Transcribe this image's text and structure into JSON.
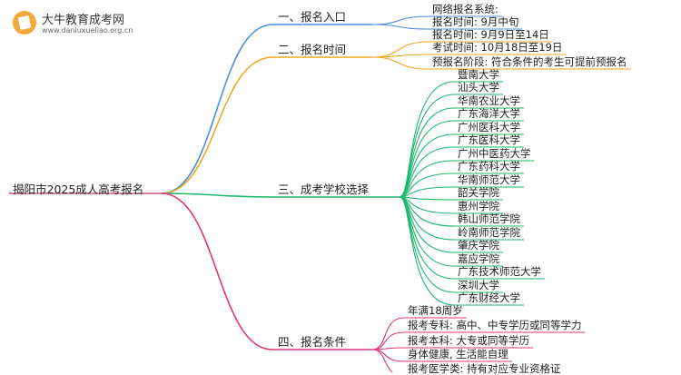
{
  "site": {
    "name": "大牛教育成考网",
    "url": "www.daniuxueliao.org.cn"
  },
  "root": "揭阳市2025成人高考报名",
  "branches": [
    {
      "label": "一、报名入口",
      "color": "#4a90e2",
      "items": [
        "网络报名系统:",
        "报名时间: 9月中旬"
      ]
    },
    {
      "label": "二、报名时间",
      "color": "#f0a822",
      "items": [
        "报名时间: 9月9日至14日",
        "考试时间: 10月18日至19日",
        "预报名阶段: 符合条件的考生可提前预报名"
      ]
    },
    {
      "label": "三、成考学校选择",
      "color": "#1db86e",
      "items": [
        "暨南大学",
        "汕头大学",
        "华南农业大学",
        "广东海洋大学",
        "广州医科大学",
        "广东医科大学",
        "广州中医药大学",
        "广东药科大学",
        "华南师范大学",
        "韶关学院",
        "惠州学院",
        "韩山师范学院",
        "岭南师范学院",
        "肇庆学院",
        "嘉应学院",
        "广东技术师范大学",
        "深圳大学",
        "广东财经大学"
      ]
    },
    {
      "label": "四、报名条件",
      "color": "#e0357a",
      "items": [
        "年满18周岁",
        "报考专科: 高中、中专学历或同等学力",
        "报考本科: 大专或同等学历",
        "身体健康, 生活能自理",
        "报考医学类: 持有对应专业资格证"
      ]
    }
  ]
}
